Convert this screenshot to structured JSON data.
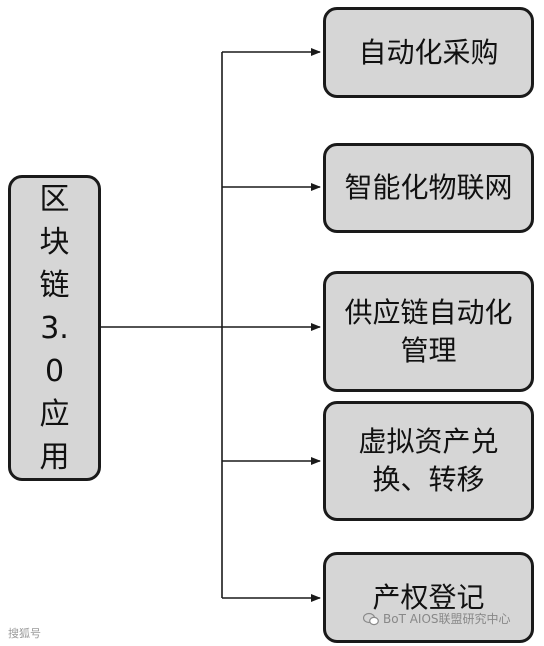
{
  "root": {
    "label": "区块链3.0应用"
  },
  "branches": [
    {
      "label": "自动化采购"
    },
    {
      "label": "智能化物联网"
    },
    {
      "label": "供应链自动化管理"
    },
    {
      "label": "虚拟资产兑换、转移"
    },
    {
      "label": "产权登记"
    }
  ],
  "watermarks": {
    "left": "搜狐号",
    "right": "BoT AIOS联盟研究中心"
  },
  "colors": {
    "node_fill": "#d6d6d6",
    "node_border": "#1a1a1a",
    "line": "#1a1a1a"
  }
}
